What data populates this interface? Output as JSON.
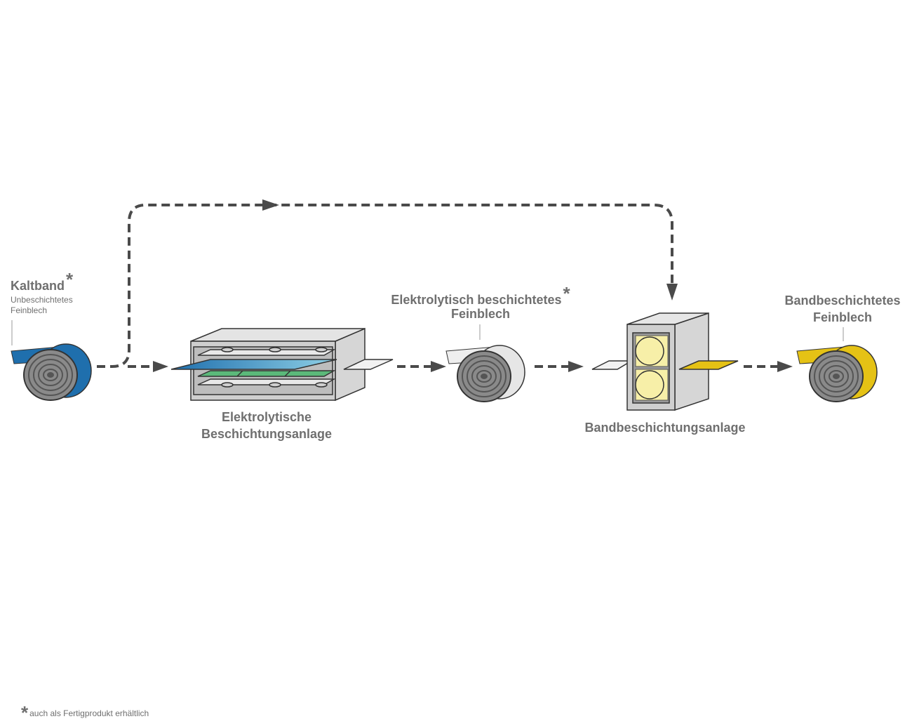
{
  "kaltband": {
    "title": "Kaltband",
    "star": "*",
    "sub_line1": "Unbeschichtetes",
    "sub_line2": "Feinblech"
  },
  "elektrolytische_anlage": {
    "line1": "Elektrolytische",
    "line2": "Beschichtungsanlage"
  },
  "elektrolytisch_beschichtetes": {
    "line1": "Elektrolytisch beschichtetes",
    "star": "*",
    "line2": "Feinblech"
  },
  "bandbeschichtungsanlage": {
    "label": "Bandbeschichtungsanlage"
  },
  "bandbeschichtetes": {
    "line1": "Bandbeschichtetes",
    "line2": "Feinblech"
  },
  "footnote": {
    "star": "*",
    "text": "auch als Fertigprodukt erhältlich"
  },
  "colors": {
    "blue": "#1f6fad",
    "green": "#5bb97a",
    "yellow": "#e5c215",
    "light_yellow": "#f7efa8",
    "grey_coil": "#8a8a8a",
    "arrow": "#4a4a4a",
    "machine": "#cfcfcf"
  }
}
